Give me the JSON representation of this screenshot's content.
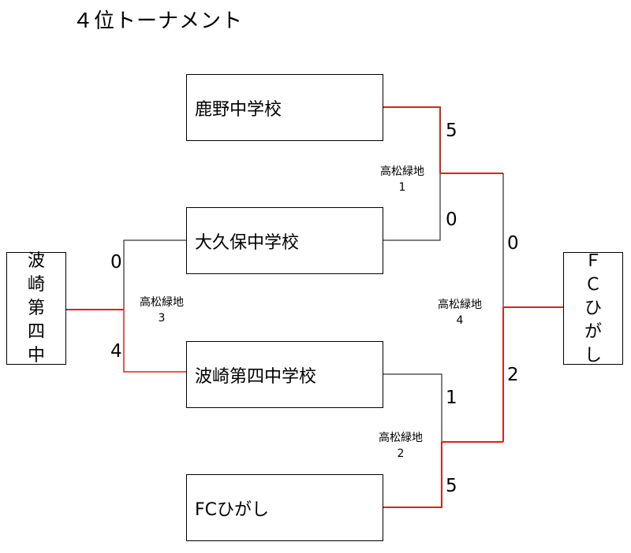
{
  "title": "４位トーナメント",
  "teams": {
    "t1": "鹿野中学校",
    "t2": "大久保中学校",
    "t3": "波崎第四中学校",
    "t4": "FCひがし"
  },
  "left_result": [
    "波",
    "崎",
    "第",
    "四",
    "中"
  ],
  "right_result": [
    "Ｆ",
    "Ｃ",
    "ひ",
    "が",
    "し"
  ],
  "scores": {
    "m1_top": "5",
    "m1_bottom": "0",
    "m2_top": "1",
    "m2_bottom": "5",
    "m3_top": "0",
    "m3_bottom": "4",
    "m4_top": "0",
    "m4_bottom": "2"
  },
  "venues": {
    "m1": {
      "name": "高松緑地",
      "num": "1"
    },
    "m2": {
      "name": "高松緑地",
      "num": "2"
    },
    "m3": {
      "name": "高松緑地",
      "num": "3"
    },
    "m4": {
      "name": "高松緑地",
      "num": "4"
    }
  },
  "colors": {
    "winner_line": "#e0201a",
    "loser_line": "#000000"
  }
}
